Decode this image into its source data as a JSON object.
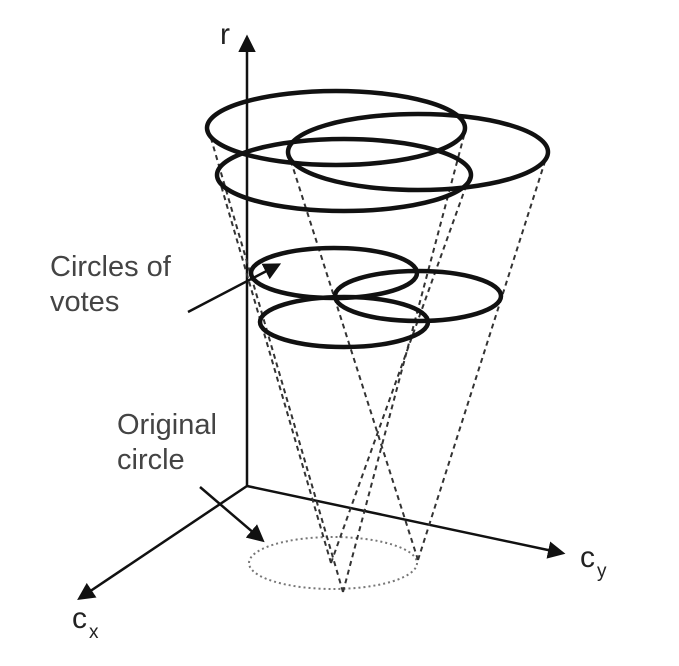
{
  "axes": {
    "r_label": "r",
    "cx_label": "c",
    "cx_sub": "x",
    "cy_label": "c",
    "cy_sub": "y"
  },
  "annotations": {
    "votes_line1": "Circles of",
    "votes_line2": "votes",
    "original_line1": "Original",
    "original_line2": "circle"
  }
}
